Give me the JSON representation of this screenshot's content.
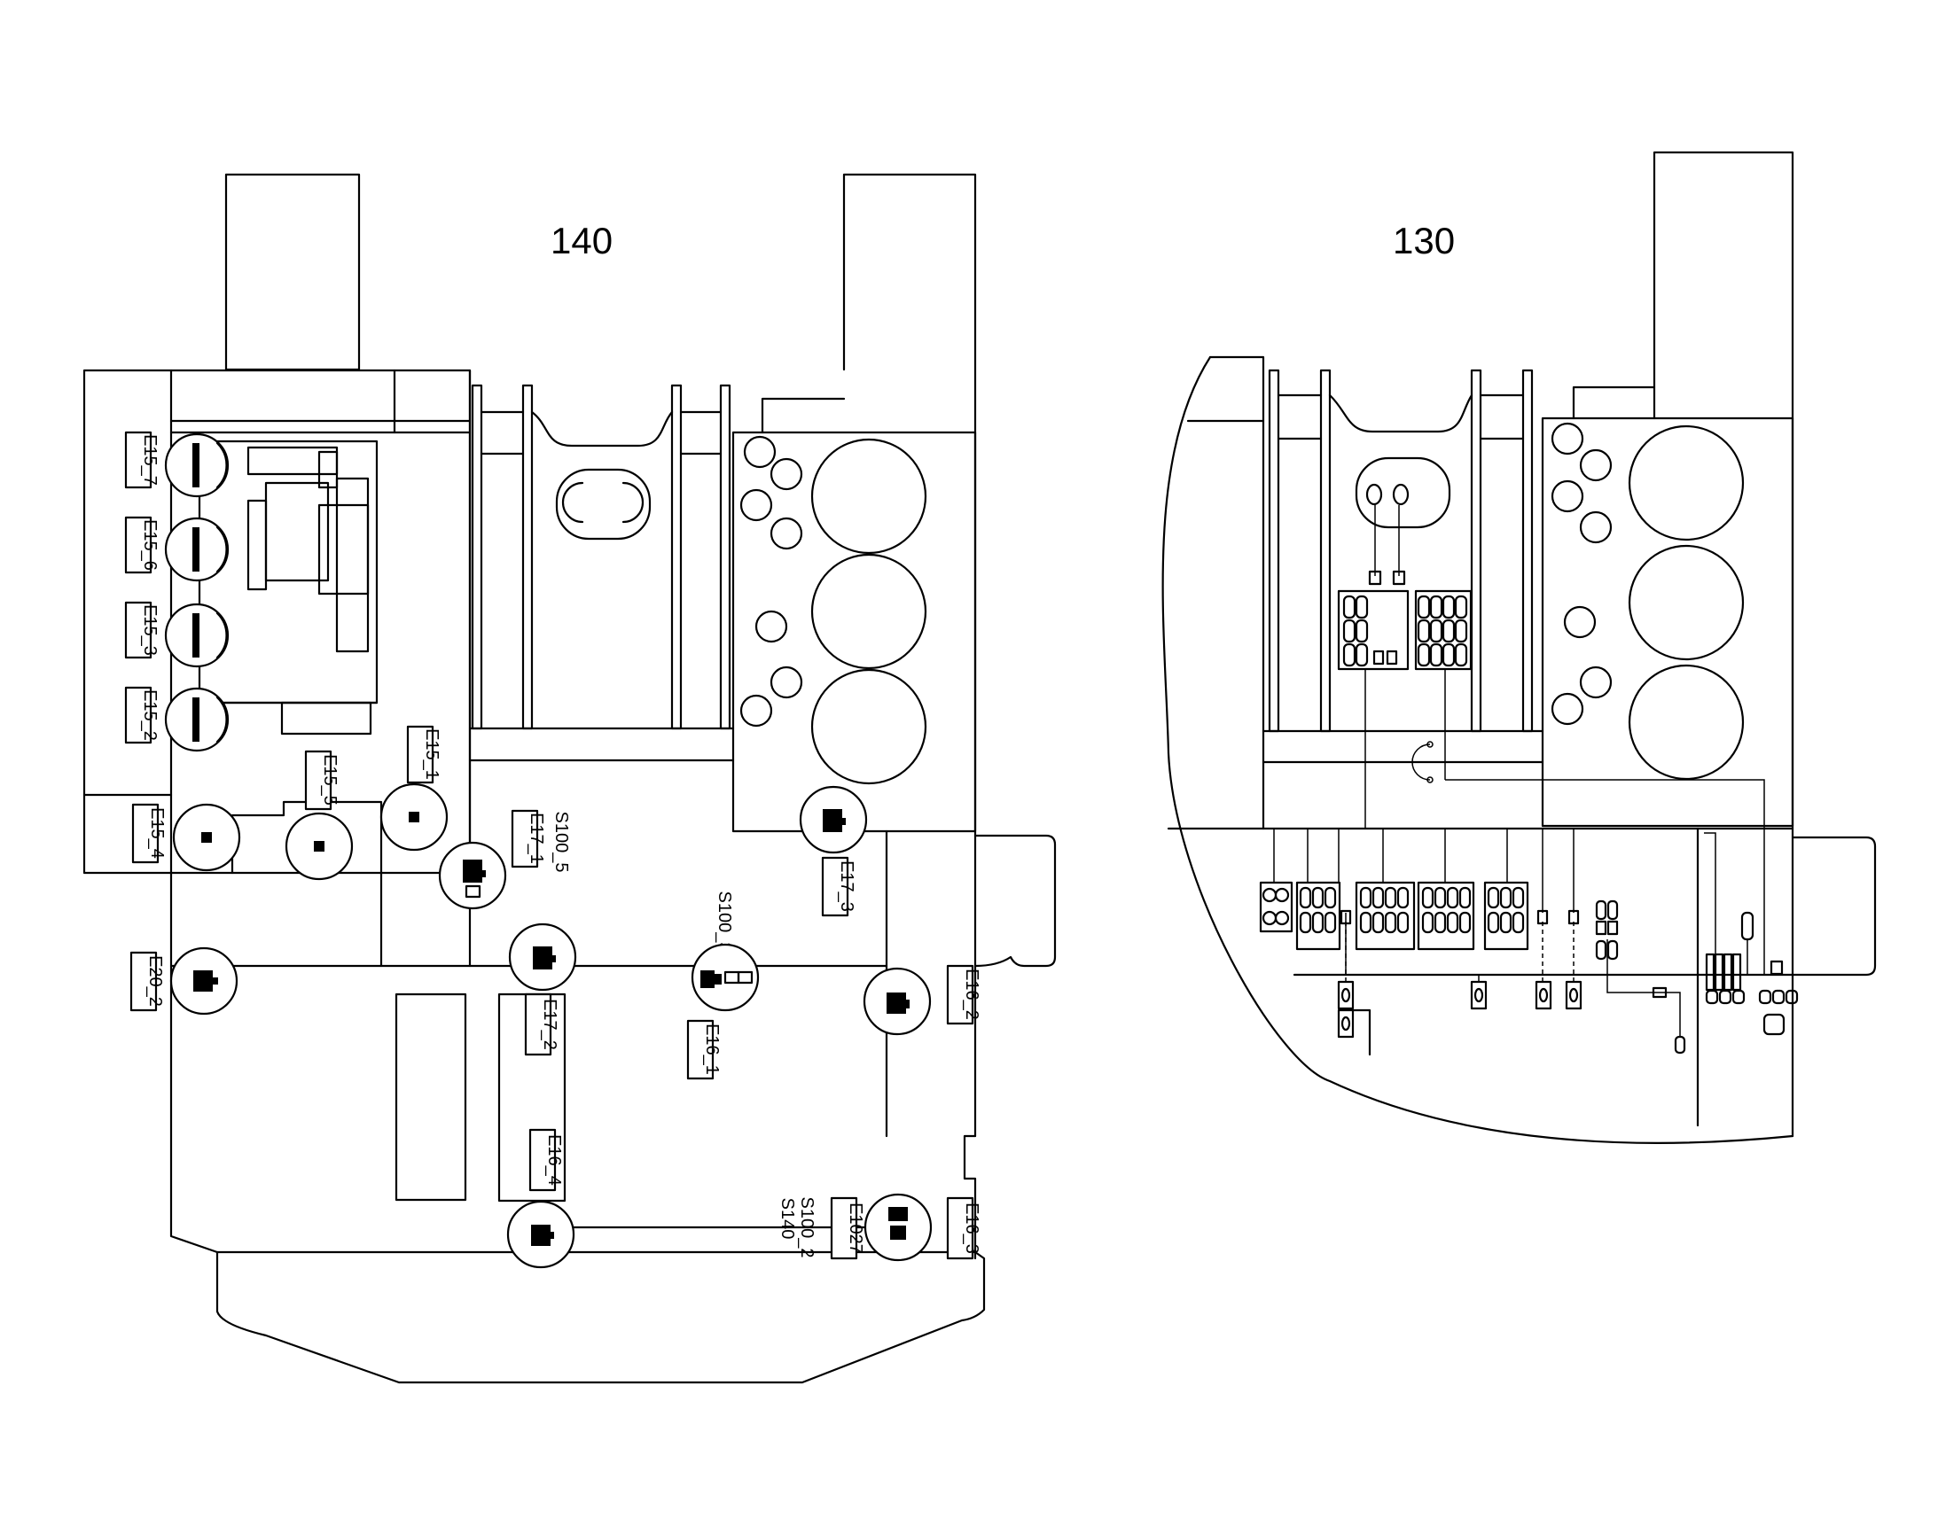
{
  "diagrams": {
    "left_title": "140",
    "right_title": "130"
  },
  "labels": {
    "E15_7": "E15_7",
    "E15_6": "E15_6",
    "E15_3": "E15_3",
    "E15_2": "E15_2",
    "E15_4": "E15_4",
    "E15_5": "E15_5",
    "E15_1": "E15_1",
    "E17_1": "E17_1",
    "S100_5": "S100_5",
    "E17_3": "E17_3",
    "S100_3": "S100_3",
    "E20_2": "E20_2",
    "E17_2": "E17_2",
    "E16_1": "E16_1",
    "E16_2": "E16_2",
    "E16_4": "E16_4",
    "E1027": "E1027",
    "S100_2": "S100_2",
    "S140": "S140",
    "E16_3": "E16_3"
  },
  "icons": {
    "knob": "rotary-switch-icon",
    "lamp": "lamp-icon",
    "connector": "connector-icon"
  }
}
